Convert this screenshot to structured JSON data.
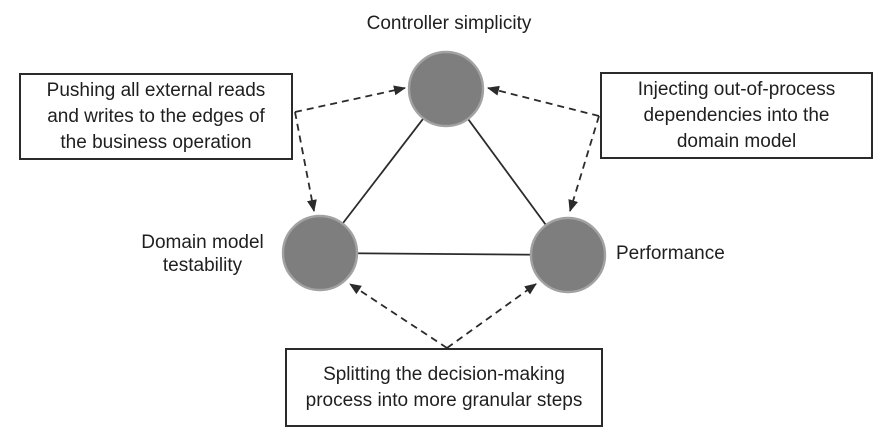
{
  "diagram": {
    "nodes": {
      "top": {
        "label": "Controller simplicity"
      },
      "left": {
        "lines": [
          "Domain model",
          "testability"
        ]
      },
      "right": {
        "label": "Performance"
      }
    },
    "callouts": {
      "left": {
        "lines": [
          "Pushing all external reads",
          "and writes to the edges of",
          "the business operation"
        ]
      },
      "right": {
        "lines": [
          "Injecting out-of-process",
          "dependencies into the",
          "domain model"
        ]
      },
      "bottom": {
        "lines": [
          "Splitting the decision-making",
          "process into more granular steps"
        ]
      }
    },
    "colors": {
      "background": "#ffffff",
      "text": "#1f1f1f",
      "line": "#2b2b2b",
      "box_border": "#2b2b2b",
      "node_fill": "#7e7e7e",
      "node_border": "#a2a2a2"
    }
  }
}
